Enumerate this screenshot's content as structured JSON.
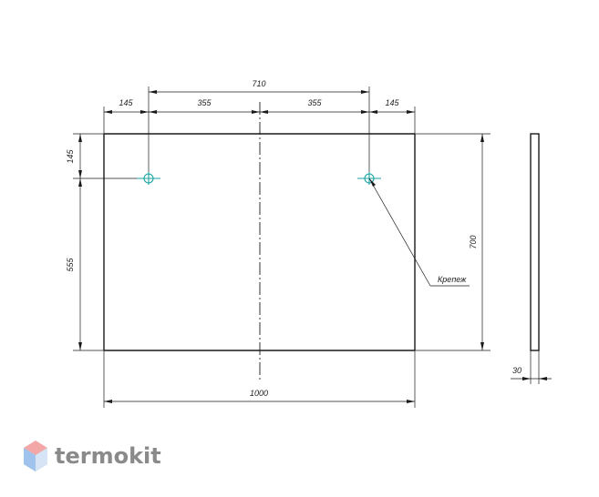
{
  "drawing": {
    "dimensions": {
      "top_span": "710",
      "left_margin": "145",
      "left_half": "355",
      "right_half": "355",
      "right_margin": "145",
      "top_offset": "145",
      "vertical_lower": "555",
      "height": "700",
      "width": "1000",
      "thickness": "30"
    },
    "callout_label": "Крепеж"
  },
  "brand": {
    "name": "termokit"
  }
}
